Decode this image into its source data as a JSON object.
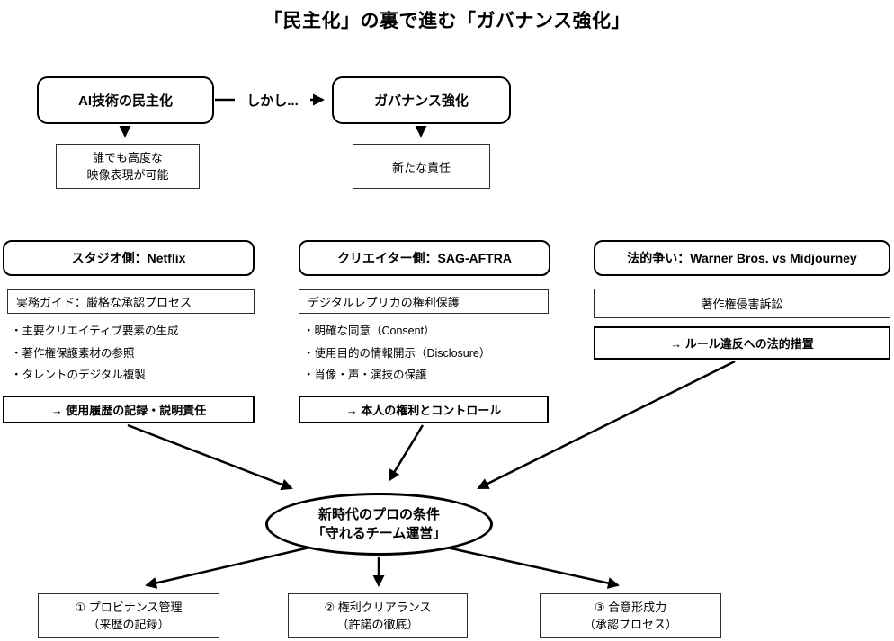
{
  "title": "「民主化」の裏で進む「ガバナンス強化」",
  "top_flow": {
    "left_node": "AI技術の民主化",
    "connector_label": "しかし...",
    "right_node": "ガバナンス強化",
    "left_result": {
      "line1": "誰でも高度な",
      "line2": "映像表現が可能"
    },
    "right_result": "新たな責任"
  },
  "columns": [
    {
      "header": "スタジオ側：Netflix",
      "subheader": "実務ガイド：厳格な承認プロセス",
      "bullets": [
        "・主要クリエイティブ要素の生成",
        "・著作権保護素材の参照",
        "・タレントのデジタル複製"
      ],
      "conclusion": "→ 使用履歴の記録・説明責任"
    },
    {
      "header": "クリエイター側：SAG-AFTRA",
      "subheader": "デジタルレプリカの権利保護",
      "bullets": [
        "・明確な同意（Consent）",
        "・使用目的の情報開示（Disclosure）",
        "・肖像・声・演技の保護"
      ],
      "conclusion": "→ 本人の権利とコントロール"
    },
    {
      "header": "法的争い：Warner Bros. vs Midjourney",
      "subheader": "著作権侵害訴訟",
      "bullets": [],
      "conclusion": "→ ルール違反への法的措置"
    }
  ],
  "center_ellipse": {
    "line1": "新時代のプロの条件",
    "line2": "「守れるチーム運営」"
  },
  "outcomes": [
    {
      "line1": "① プロビナンス管理",
      "line2": "（来歴の記録）"
    },
    {
      "line1": "② 権利クリアランス",
      "line2": "（許諾の徹底）"
    },
    {
      "line1": "③ 合意形成力",
      "line2": "（承認プロセス）"
    }
  ],
  "colors": {
    "ink": "#000000",
    "thin_border": "#2e2e2e",
    "background": "#ffffff"
  }
}
